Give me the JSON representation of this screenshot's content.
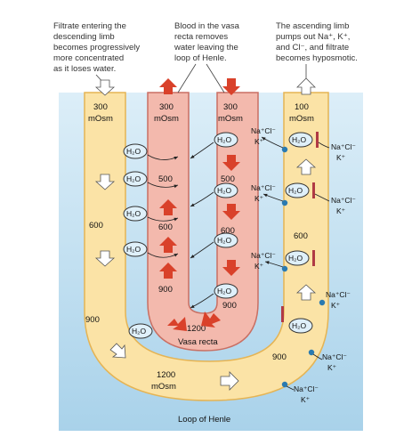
{
  "captions": {
    "left": [
      "Filtrate entering the",
      "descending limb",
      "becomes progressively",
      "more concentrated",
      "as it loses water."
    ],
    "middle": [
      "Blood in the vasa",
      "recta removes",
      "water leaving the",
      "loop of Henle."
    ],
    "right": [
      "The ascending limb",
      "pumps out Na⁺, K⁺,",
      "and Cl⁻, and filtrate",
      "becomes hyposmotic."
    ]
  },
  "values": {
    "desc_top": "300",
    "desc_top_unit": "mOsm",
    "desc_600": "600",
    "desc_900": "900",
    "vr_in_top": "300",
    "vr_in_unit": "mOsm",
    "vr_out_top": "300",
    "vr_out_unit": "mOsm",
    "vr_500_left": "500",
    "vr_500_right": "500",
    "vr_600_left": "600",
    "vr_600_right": "600",
    "vr_900_left": "900",
    "vr_900_right": "900",
    "vr_1200": "1200",
    "vasa_recta_label": "Vasa recta",
    "asc_top": "100",
    "asc_top_unit": "mOsm",
    "asc_600": "600",
    "asc_900": "900",
    "bottom": "1200",
    "bottom_unit": "mOsm",
    "loop_label": "Loop of Henle"
  },
  "labels": {
    "h2o": "H₂O",
    "na_cl": "Na⁺Cl⁻",
    "k": "K⁺"
  },
  "colors": {
    "interstitium": "#bcdcef",
    "tubule": "#fbe3a6",
    "tubule_edge": "#e5b454",
    "vasa": "#f3b9ad",
    "vasa_edge": "#c96f63",
    "arrow_red": "#d9412a",
    "arrow_hollow": "#ffffff",
    "pump": "#2a7ab0",
    "channel": "#b03a44"
  }
}
